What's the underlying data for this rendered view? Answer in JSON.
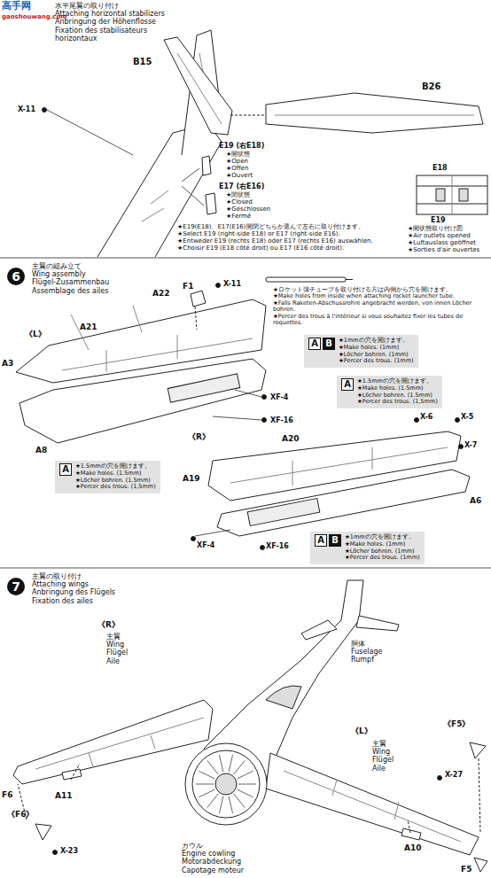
{
  "diagram": {
    "nodes": [
      {
        "text": [
          "6"
        ]
      },
      {
        "text": [
          "A",
          "B",
          "★1mmの穴を開けます。",
          "★Make holes. (1mm)",
          "★Löcher bohren. (1mm)",
          "★Percer des trous. (1mm)"
        ]
      },
      {
        "text": [
          "A",
          "★1.5mmの穴を開けます。",
          "★Make holes. (1.5mm)",
          "★Löcher bohren. (1.5mm)",
          "★Percer des trous. (1,5mm)"
        ]
      },
      {
        "text": [
          "A",
          "★1.5mmの穴を開けます。",
          "★Make holes. (1.5mm)",
          "★Löcher bohren. (1.5mm)",
          "★Percer des trous. (1,5mm)"
        ]
      },
      {
        "text": [
          "A",
          "B",
          "★1mmの穴を開けます。",
          "★Make holes. (1mm)",
          "★Löcher bohren. (1mm)",
          "★Percer des trous. (1mm)"
        ]
      },
      {
        "text": [
          "7"
        ]
      }
    ],
    "labels": [
      "高手网",
      "gaoshouwang.com",
      "水平尾翼の取り付け",
      "Attaching horizontal stabilizers",
      "Anbringung der Höhenflosse",
      "Fixation des stabilisateurs horizontaux",
      "B15",
      "B26",
      "X-11",
      "E19 (右E18)",
      "★開状態",
      "★Open",
      "★Offen",
      "★Ouvert",
      "E17 (右E16)",
      "★閉状態",
      "★Closed",
      "★Geschlossen",
      "★Fermé",
      "★E19(E18)、E17(E16)開閉どちらか選んで左右に取り付けます。",
      "★Select E19 (right-side E18) or E17 (right-side E16).",
      "★Entweder E19 (rechts E18) oder E17 (rechts E16) auswählen.",
      "★Choisir E19 (E18 côté droit) ou E17 (E16 côté droit).",
      "E18",
      "E19",
      "★開状態取り付け図",
      "★Air outlets opened",
      "★Luftauslass geöffnet",
      "★Sorties d'air ouvertes",
      "主翼の組み立て",
      "Wing assembly",
      "Flügel-Zusammenbau",
      "Assemblage des ailes",
      "F1",
      "X-11",
      "A22",
      "《L》",
      "A21",
      "A3",
      "XF-4",
      "XF-16",
      "A8",
      "★ロケット弾チューブを取り付ける方は内側から穴を開けます。",
      "★Make holes from inside when attaching rocket launcher tube.",
      "★Falls Raketen-Abschussrohre angebracht werden, von innen Löcher bohren.",
      "★Percer des trous à l'intérieur si vous souhaitez fixer les tubes de roquettes.",
      "《R》",
      "A20",
      "A19",
      "X-6",
      "X-5",
      "X-7",
      "A6",
      "XF-4",
      "XF-16",
      "主翼の取り付け",
      "Attaching wings",
      "Anbringung des Flügels",
      "Fixation des ailes",
      "《R》",
      "主翼",
      "Wing",
      "Flügel",
      "Aile",
      "胴体",
      "Fuselage",
      "Rumpf",
      "F6",
      "A11",
      "《F6》",
      "X-23",
      "カウル",
      "Engine cowling",
      "Motorabdeckung",
      "Capotage moteur",
      "《L》",
      "主翼",
      "Wing",
      "Flügel",
      "Aile",
      "《F5》",
      "X-27",
      "A10",
      "F5"
    ]
  }
}
